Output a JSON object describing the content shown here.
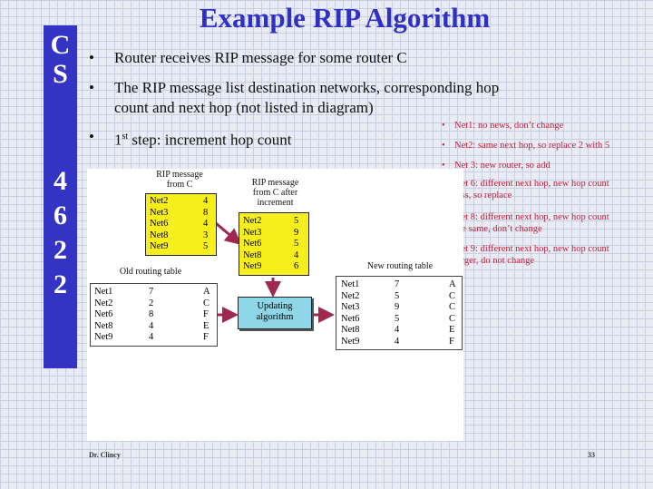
{
  "sidebar": {
    "letters": [
      "C",
      "S",
      "4",
      "6",
      "2",
      "2"
    ]
  },
  "slide": {
    "title": "Example RIP Algorithm"
  },
  "bullets": [
    {
      "symbol": "•",
      "lines": [
        "Router receives RIP message for some router C"
      ]
    },
    {
      "symbol": "•",
      "lines": [
        "The RIP message list destination networks, corresponding hop",
        "count and next hop (not listed in diagram)"
      ]
    },
    {
      "symbol": "•",
      "lines": [
        "1st step: increment hop count"
      ]
    }
  ],
  "notes": [
    {
      "symbol": "•",
      "lines": [
        "Net1: no news, don’t change"
      ]
    },
    {
      "symbol": "•",
      "lines": [
        "Net2: same next hop, so replace 2 with 5"
      ]
    },
    {
      "symbol": "•",
      "lines": [
        "Net 3: new router, so add"
      ]
    },
    {
      "symbol": "•",
      "lines": [
        "Net 6: different next hop, new hop count",
        "less, so replace"
      ]
    },
    {
      "symbol": "•",
      "lines": [
        "Net 8: different next hop, new hop count",
        "the same, don’t change"
      ]
    },
    {
      "symbol": "•",
      "lines": [
        "Net 9: different next hop, new hop count",
        "larger, do not change"
      ]
    }
  ],
  "diagram": {
    "rip_message": {
      "label_lines": [
        "RIP message",
        "from C"
      ],
      "rows": [
        [
          "Net2",
          "4"
        ],
        [
          "Net3",
          "8"
        ],
        [
          "Net6",
          "4"
        ],
        [
          "Net8",
          "3"
        ],
        [
          "Net9",
          "5"
        ]
      ]
    },
    "rip_incremented": {
      "label_lines": [
        "RIP message",
        "from C after",
        "increment"
      ],
      "rows": [
        [
          "Net2",
          "5"
        ],
        [
          "Net3",
          "9"
        ],
        [
          "Net6",
          "5"
        ],
        [
          "Net8",
          "4"
        ],
        [
          "Net9",
          "6"
        ]
      ]
    },
    "old_table": {
      "label": "Old routing table",
      "rows": [
        [
          "Net1",
          "7",
          "A"
        ],
        [
          "Net2",
          "2",
          "C"
        ],
        [
          "Net6",
          "8",
          "F"
        ],
        [
          "Net8",
          "4",
          "E"
        ],
        [
          "Net9",
          "4",
          "F"
        ]
      ]
    },
    "updating": {
      "lines": [
        "Updating",
        "algorithm"
      ]
    },
    "new_table": {
      "label": "New routing table",
      "rows": [
        [
          "Net1",
          "7",
          "A"
        ],
        [
          "Net2",
          "5",
          "C"
        ],
        [
          "Net3",
          "9",
          "C"
        ],
        [
          "Net6",
          "5",
          "C"
        ],
        [
          "Net8",
          "4",
          "E"
        ],
        [
          "Net9",
          "4",
          "F"
        ]
      ]
    },
    "arrow_color": "#a0284e"
  },
  "footer": {
    "author": "Dr. Clincy",
    "page": "33"
  },
  "colors": {
    "sidebar": "#3434c4",
    "title": "#3030c4",
    "notes": "#c2203a",
    "highlight": "#f7ee1e",
    "process": "#8fd6e6"
  }
}
